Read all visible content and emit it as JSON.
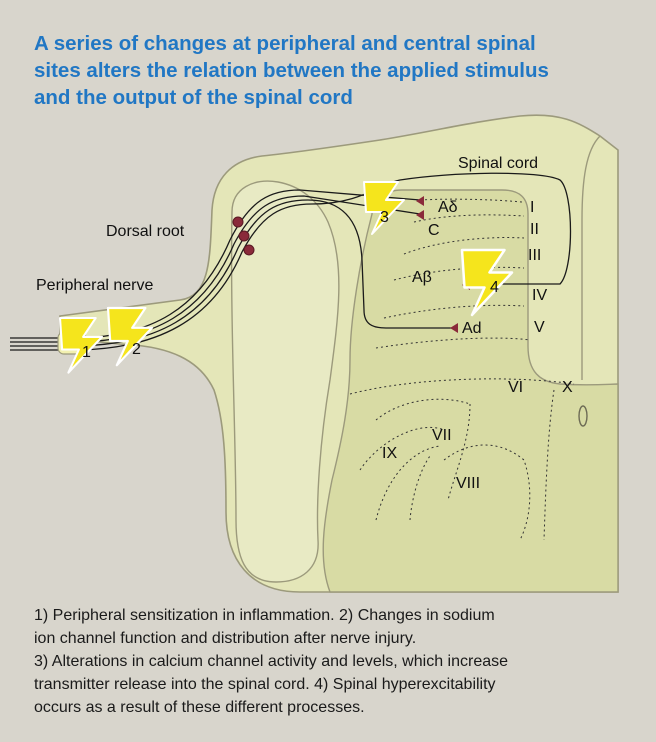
{
  "title_lines": [
    "A series of changes at peripheral and central spinal",
    "sites alters the relation between the applied stimulus",
    "and the output of the spinal cord"
  ],
  "labels": {
    "spinal_cord": "Spinal cord",
    "dorsal_root": "Dorsal root",
    "peripheral_nerve": "Peripheral nerve",
    "fiber_a_delta": "Aδ",
    "fiber_c": "C",
    "fiber_a_beta": "Aβ",
    "fiber_ad": "Ad"
  },
  "laminae": [
    "I",
    "II",
    "III",
    "IV",
    "V",
    "VI",
    "VII",
    "VIII",
    "IX",
    "X"
  ],
  "site_numbers": [
    "1",
    "2",
    "3",
    "4"
  ],
  "caption_lines": [
    "1) Peripheral sensitization in inflammation. 2) Changes in sodium",
    "ion channel function and distribution after nerve injury.",
    "3) Alterations in calcium channel activity and levels, which increase",
    "transmitter release into the spinal cord. 4) Spinal hyperexcitability",
    "occurs as a result of these different processes."
  ],
  "colors": {
    "title": "#2177c4",
    "background": "#d8d5cc",
    "cord_outer": "#e4e6b8",
    "cord_inner": "#d8dba4",
    "lightning": "#f5e51c",
    "cell_body": "#8a2a3a"
  }
}
